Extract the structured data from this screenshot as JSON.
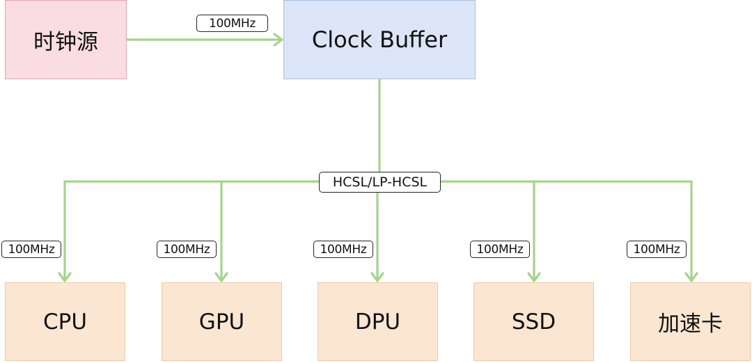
{
  "colors": {
    "wire": "#a4d48c",
    "source_fill": "#f9dde2",
    "buffer_fill": "#dbe5f7",
    "device_fill": "#fbe6d2"
  },
  "source": {
    "label": "时钟源"
  },
  "buffer": {
    "label": "Clock Buffer"
  },
  "source_link": {
    "frequency": "100MHz"
  },
  "bus": {
    "standard": "HCSL/LP-HCSL"
  },
  "devices": [
    {
      "label": "CPU",
      "frequency": "100MHz"
    },
    {
      "label": "GPU",
      "frequency": "100MHz"
    },
    {
      "label": "DPU",
      "frequency": "100MHz"
    },
    {
      "label": "SSD",
      "frequency": "100MHz"
    },
    {
      "label": "加速卡",
      "frequency": "100MHz"
    }
  ]
}
